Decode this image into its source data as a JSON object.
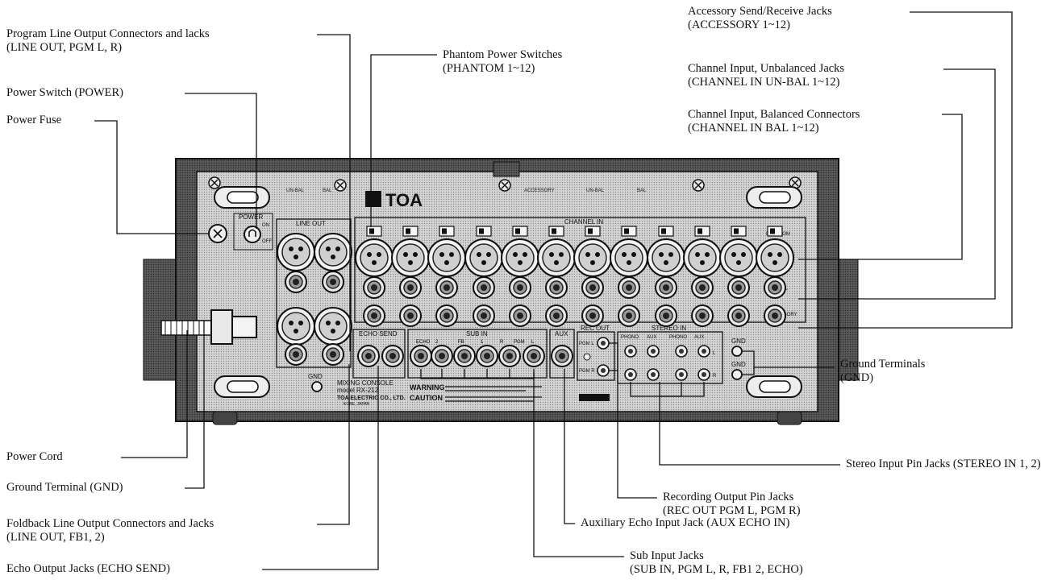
{
  "callouts": {
    "program_line_output": {
      "line1": "Program Line Output Connectors and lacks",
      "line2": "(LINE OUT, PGM L, R)"
    },
    "power_switch": {
      "line1": "Power Switch (POWER)"
    },
    "power_fuse": {
      "line1": "Power Fuse"
    },
    "power_cord": {
      "line1": "Power Cord"
    },
    "ground_terminal_left": {
      "line1": "Ground Terminal (GND)"
    },
    "foldback_line_output": {
      "line1": "Foldback Line Output Connectors and Jacks",
      "line2": "(LINE OUT, FB1, 2)"
    },
    "echo_output": {
      "line1": "Echo Output Jacks (ECHO SEND)"
    },
    "phantom_power": {
      "line1": "Phantom Power Switches",
      "line2": "(PHANTOM  1~12)"
    },
    "accessory": {
      "line1": "Accessory Send/Receive Jacks",
      "line2": "(ACCESSORY  1~12)"
    },
    "channel_unbal": {
      "line1": "Channel Input, Unbalanced Jacks",
      "line2": "(CHANNEL IN UN-BAL 1~12)"
    },
    "channel_bal": {
      "line1": "Channel Input, Balanced Connectors",
      "line2": "(CHANNEL IN  BAL 1~12)"
    },
    "ground_terminals_right": {
      "line1": "Ground Terminals",
      "line2": "(GND)"
    },
    "stereo_input": {
      "line1": "Stereo Input Pin Jacks (STEREO IN 1, 2)"
    },
    "recording_output": {
      "line1": "Recording Output Pin Jacks",
      "line2": "(REC OUT PGM L, PGM R)"
    },
    "aux_echo": {
      "line1": "Auxiliary Echo Input Jack (AUX ECHO IN)"
    },
    "sub_input": {
      "line1": "Sub Input Jacks",
      "line2": "(SUB IN, PGM L, R, FB1 2, ECHO)"
    }
  },
  "panel": {
    "brand": "TOA",
    "model_line1": "MIXING CONSOLE",
    "model_line2": "model  RX-212",
    "maker": "TOA ELECTRIC CO., LTD.",
    "maker_sub": "KOBE, JAPAN",
    "power": "POWER",
    "on": "ON",
    "off": "OFF",
    "line_out": "LINE OUT",
    "channel_in": "CHANNEL IN",
    "phantom": "PHANTOM",
    "echo_send": "ECHO SEND",
    "sub_in": "SUB IN",
    "aux": "AUX",
    "rec_out": "REC OUT",
    "stereo_in": "STEREO IN",
    "pgm_l": "PGM L",
    "pgm_r": "PGM R",
    "phono": "PHONO",
    "aux_small": "AUX",
    "l": "L",
    "r": "R",
    "gnd": "GND",
    "un_bal": "UN-BAL",
    "bal": "BAL",
    "accessory": "ACCESSORY",
    "echo": "ECHO",
    "sub_labels": [
      "ECHO",
      "2",
      "FB",
      "1",
      "R",
      "PGM",
      "L"
    ],
    "warning": "WARNING",
    "caution": "CAUTION"
  }
}
